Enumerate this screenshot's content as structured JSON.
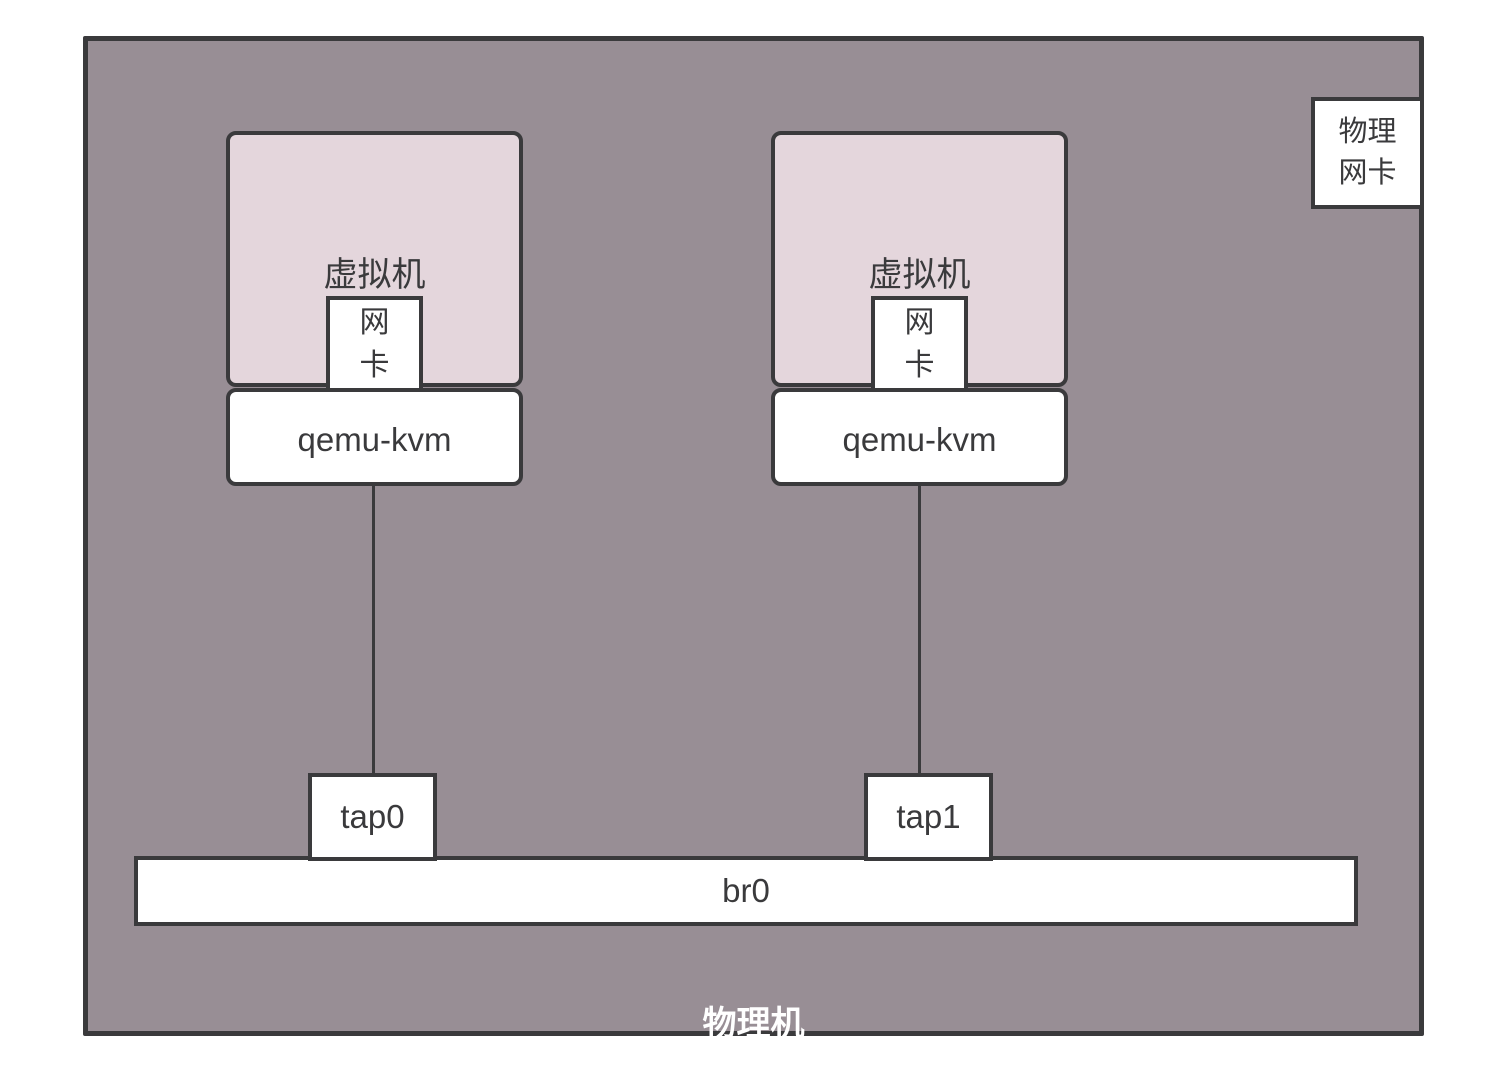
{
  "diagram": {
    "host_label": "物理机",
    "physical_nic_lines": [
      "物理",
      "网卡"
    ],
    "vms": [
      {
        "label": "虚拟机",
        "nic_lines": [
          "网",
          "卡"
        ],
        "process": "qemu-kvm",
        "tap": "tap0"
      },
      {
        "label": "虚拟机",
        "nic_lines": [
          "网",
          "卡"
        ],
        "process": "qemu-kvm",
        "tap": "tap1"
      }
    ],
    "bridge_label": "br0",
    "colors": {
      "host_bg": "#988e95",
      "vm_bg": "#e4d6dc",
      "border": "#3a3a3c",
      "box_bg": "#ffffff",
      "host_label_color": "#ffffff"
    }
  }
}
